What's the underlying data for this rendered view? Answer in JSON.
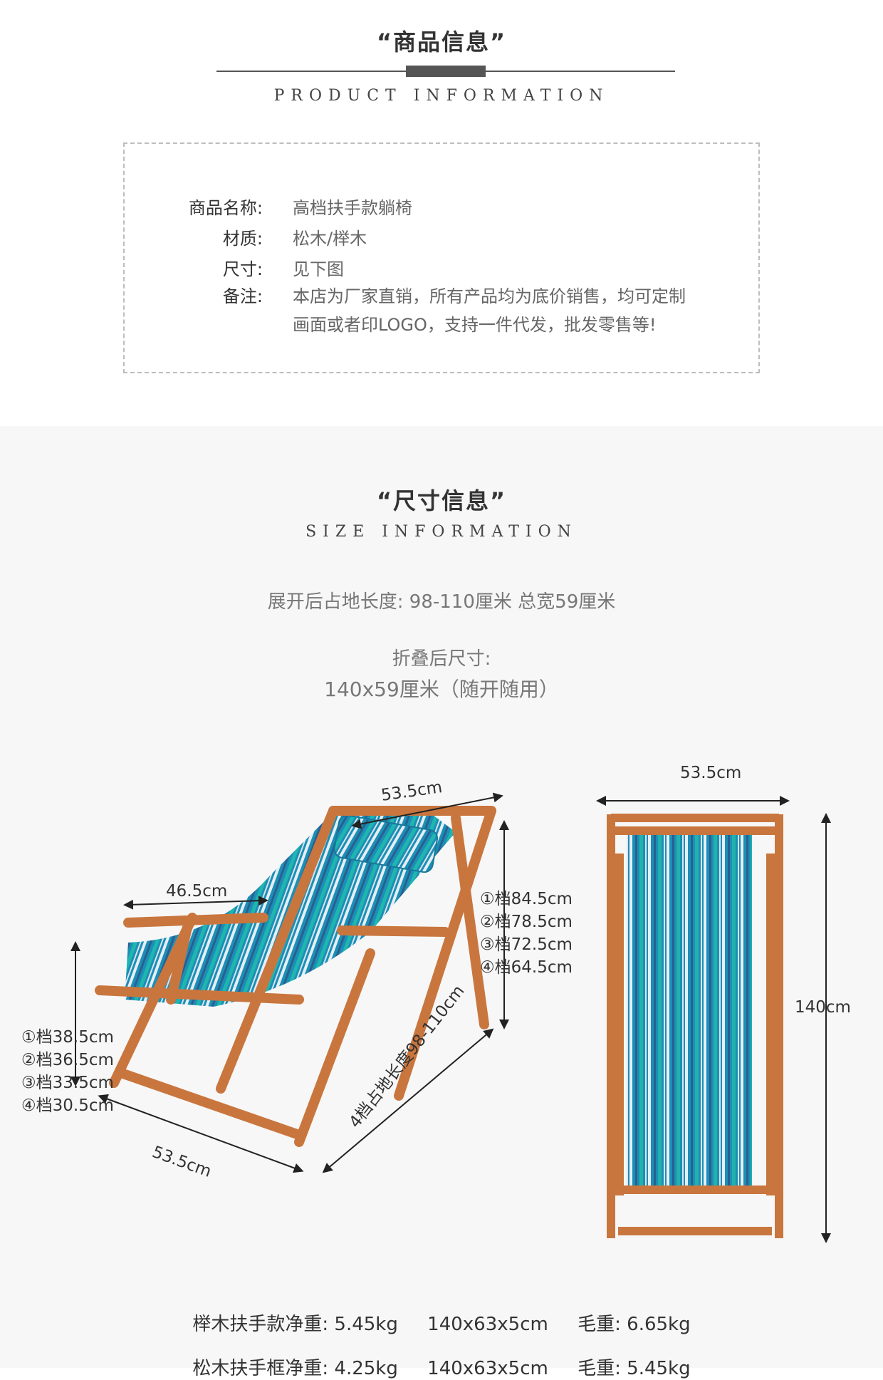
{
  "product_section": {
    "title_cn": "“商品信息”",
    "title_en": "PRODUCT INFORMATION",
    "rows": [
      {
        "label": "商品名称:",
        "value": "高档扶手款躺椅"
      },
      {
        "label": "材质:",
        "value": "松木/榉木"
      },
      {
        "label": "尺寸:",
        "value": "见下图"
      },
      {
        "label": "备注:",
        "value": "本店为厂家直销，所有产品均为底价销售，均可定制",
        "value2": "画面或者印LOGO，支持一件代发，批发零售等!"
      }
    ]
  },
  "size_section": {
    "title_cn": "“尺寸信息”",
    "title_en": "SIZE INFORMATION",
    "unfold_length": "展开后占地长度: 98-110厘米 总宽59厘米",
    "folded_label": "折叠后尺寸:",
    "folded_value": "140x59厘米（随开随用）"
  },
  "diagram_labels": {
    "side_top_width": "53.5cm",
    "armrest": "46.5cm",
    "back_heights": [
      "①档84.5cm",
      "②档78.5cm",
      "③档72.5cm",
      "④档64.5cm"
    ],
    "seat_heights": [
      "①档38.5cm",
      "②档36.5cm",
      "③档33.5cm",
      "④档30.5cm"
    ],
    "bottom_width": "53.5cm",
    "length": "4档占地长度98-110cm",
    "front_width": "53.5cm",
    "front_height": "140cm"
  },
  "weights": [
    "榉木扶手款净重: 5.45kg     140x63x5cm     毛重: 6.65kg",
    "松木扶手框净重: 4.25kg     140x63x5cm     毛重: 5.45kg"
  ],
  "colors": {
    "wood": "#c9763e",
    "fabric_blue": "#1b8fb5",
    "bar": "#555555"
  }
}
